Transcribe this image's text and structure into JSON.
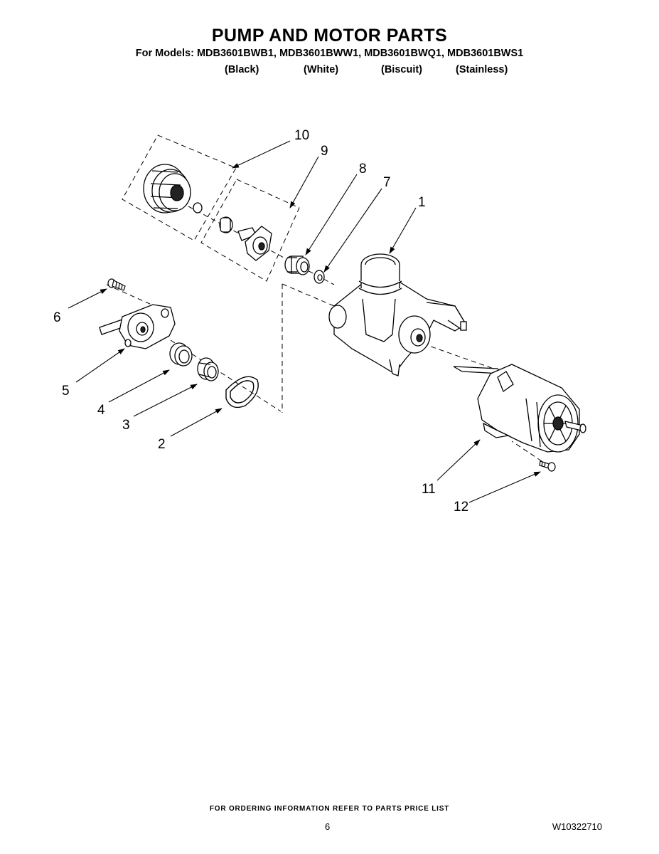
{
  "header": {
    "title": "PUMP AND MOTOR PARTS",
    "models_line": "For Models: MDB3601BWB1, MDB3601BWW1, MDB3601BWQ1, MDB3601BWS1",
    "variants": [
      "(Black)",
      "(White)",
      "(Biscuit)",
      "(Stainless)"
    ]
  },
  "callouts": [
    "10",
    "9",
    "8",
    "7",
    "1",
    "6",
    "5",
    "4",
    "3",
    "2",
    "11",
    "12"
  ],
  "footer": {
    "note": "FOR ORDERING INFORMATION REFER TO PARTS PRICE LIST",
    "page_number": "6",
    "doc_number": "W10322710"
  }
}
